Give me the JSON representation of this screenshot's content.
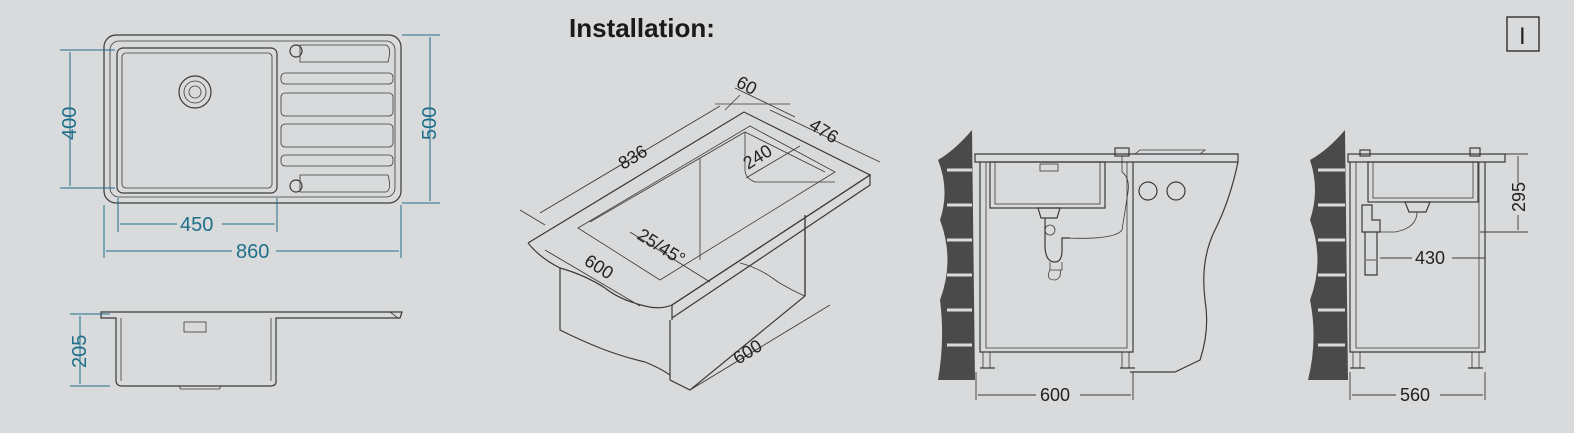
{
  "title": "Installation:",
  "badge": "I",
  "top_view": {
    "width_inner": "450",
    "width_total": "860",
    "height_inner": "400",
    "height_total": "500"
  },
  "side_view": {
    "depth": "205"
  },
  "isometric": {
    "length": "836",
    "front_margin": "60",
    "depth": "476",
    "bowl_offset": "240",
    "angle": "25/45°",
    "cabinet_front": "600",
    "cabinet_depth": "600"
  },
  "front_install": {
    "cabinet_width": "600"
  },
  "side_install": {
    "cabinet_width": "560",
    "height": "295",
    "drain_offset": "430"
  },
  "colors": {
    "background": "#d9dadb",
    "line": "#3a3a3a",
    "dimension_blue": "#1f6f8b"
  }
}
